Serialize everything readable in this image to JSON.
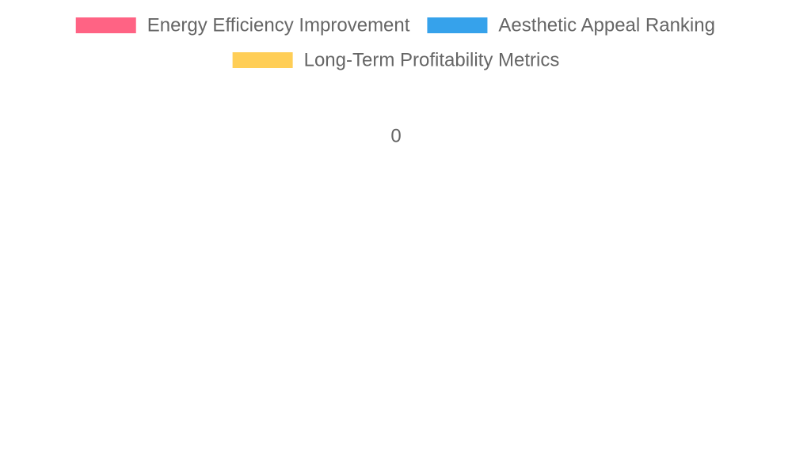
{
  "chart_data": {
    "type": "bar",
    "categories": [],
    "series": [
      {
        "name": "Energy Efficiency Improvement",
        "values": [],
        "color": "#FF6384"
      },
      {
        "name": "Aesthetic Appeal Ranking",
        "values": [],
        "color": "#36A2EB"
      },
      {
        "name": "Long-Term Profitability Metrics",
        "values": [],
        "color": "#FFCE56"
      }
    ],
    "tick_labels": [
      "0"
    ],
    "legend_position": "top",
    "grid": false,
    "title": "",
    "xlabel": "",
    "ylabel": ""
  }
}
